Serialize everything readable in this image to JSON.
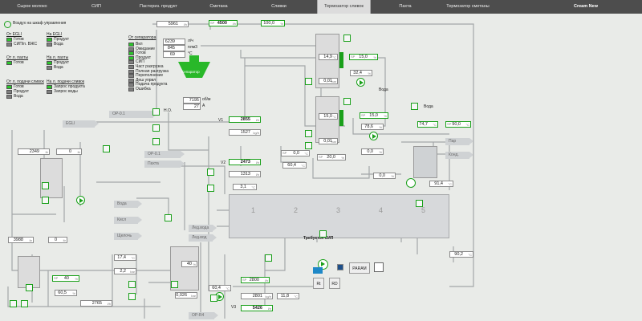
{
  "nav": {
    "tabs": [
      "Сырое молоко",
      "СИП",
      "Пастериз. продукт",
      "Сметана",
      "Сливки",
      "Термозатор сливок",
      "Пахта",
      "Термозатор сметаны"
    ],
    "active_tab": "Термозатор сливок",
    "brand": "Cream New"
  },
  "control_cabinet": {
    "air_label": "Воздух на шкаф управления"
  },
  "statuses": {
    "ot_egli": {
      "title": "От EGLI",
      "items": [
        {
          "label": "Готов",
          "state": "on"
        },
        {
          "label": "СИП/п. ВЖС",
          "state": "off"
        }
      ]
    },
    "na_egli": {
      "title": "На EGLI",
      "items": [
        {
          "label": "Продукт",
          "state": "on"
        },
        {
          "label": "Вода",
          "state": "off"
        }
      ]
    },
    "ot_paty": {
      "title": "От л. пахты",
      "items": [
        {
          "label": "Готов",
          "state": "on"
        }
      ]
    },
    "na_paty": {
      "title": "На л. пахты",
      "items": [
        {
          "label": "Продукт",
          "state": "on"
        },
        {
          "label": "Вода",
          "state": "off"
        }
      ]
    },
    "ot_podachi": {
      "title": "От л. подачи сливок",
      "items": [
        {
          "label": "Готов",
          "state": "on"
        },
        {
          "label": "Продукт",
          "state": "off"
        },
        {
          "label": "Вода",
          "state": "off"
        }
      ]
    },
    "na_podachi": {
      "title": "На л. подачи сливок",
      "items": [
        {
          "label": "Запрос продукта",
          "state": "on"
        },
        {
          "label": "Запрос воды",
          "state": "off"
        }
      ]
    }
  },
  "separator": {
    "title": "От сепаратора",
    "items": [
      {
        "label": "Вкл",
        "state": "on"
      },
      {
        "label": "Ожидание",
        "state": "off"
      },
      {
        "label": "Готов",
        "state": "on"
      },
      {
        "label": "Продукт",
        "state": "on"
      },
      {
        "label": "СИП",
        "state": "off"
      },
      {
        "label": "Част разгрузка",
        "state": "off"
      },
      {
        "label": "Полная разгрузка",
        "state": "off"
      },
      {
        "label": "Переполнение",
        "state": "off"
      },
      {
        "label": "Деш упрвл",
        "state": "off"
      },
      {
        "label": "Подача продукта",
        "state": "off"
      },
      {
        "label": "Ошибка",
        "state": "off"
      }
    ],
    "name": "Сепаратор",
    "rpm_value": "6239",
    "rpm_unit": "л/ч",
    "flow_value": "845",
    "flow_unit": "плм3",
    "temp_value": "69",
    "temp_unit": "°C",
    "speed_value": "7195",
    "speed_unit": "об/м",
    "current_value": "27",
    "current_unit": "A"
  },
  "values": {
    "top_lph": {
      "value": "5961",
      "unit": "l/h"
    },
    "sp_4500": {
      "sp": "SP",
      "value": "4500",
      "unit": "l/h"
    },
    "pct_100": {
      "value": "100,0",
      "unit": "%"
    },
    "ho": "H.O.",
    "v1": {
      "label": "V1",
      "sp": "2855",
      "sp_unit": "l/h",
      "value": "1527",
      "unit": "kg/h"
    },
    "v2": {
      "label": "V2",
      "sp": "2473",
      "sp_unit": "l/h",
      "value": "1313",
      "unit": "l/h"
    },
    "v3": {
      "label": "V3",
      "sp": "5426",
      "sp_unit": "l/h",
      "value": "2801",
      "unit": "kg/h"
    },
    "t_149": {
      "value": "14,9",
      "unit": "°C"
    },
    "sp_150a": {
      "sp": "SP",
      "value": "15,0",
      "unit": "%"
    },
    "pct_324": {
      "value": "32,4",
      "unit": "%"
    },
    "bar_001a": {
      "value": "0,01",
      "unit": "bar"
    },
    "voda_1": "Вода",
    "voda_2": "Вода",
    "t_150": {
      "value": "15,0",
      "unit": "°C"
    },
    "sp_150b": {
      "sp": "SP",
      "value": "15,0",
      "unit": "%"
    },
    "pct_786": {
      "value": "78,6",
      "unit": "%"
    },
    "bar_001b": {
      "value": "0,01",
      "unit": "bar"
    },
    "sp_00": {
      "sp": "SP",
      "value": "0,0",
      "unit": "°C"
    },
    "sp_200": {
      "sp": "SP",
      "value": "20,0",
      "unit": "%"
    },
    "t_604": {
      "value": "60,4",
      "unit": "°C"
    },
    "pct_00a": {
      "value": "0,0",
      "unit": "%"
    },
    "pct_00b": {
      "value": "0,0",
      "unit": "%"
    },
    "t_747": {
      "value": "74,7",
      "unit": "°C"
    },
    "sp_900": {
      "sp": "SP",
      "value": "90,0",
      "unit": "°C"
    },
    "t_914": {
      "value": "91,4",
      "unit": "°C"
    },
    "par": "Пар",
    "kond": "Конд.",
    "t_31": {
      "value": "3,1",
      "unit": "°C"
    },
    "t_902": {
      "value": "90,2",
      "unit": "°C"
    },
    "lvl_2349": {
      "value": "2349",
      "unit": "ltr"
    },
    "lvl_0a": {
      "value": "0",
      "unit": "ltr"
    },
    "lvl_3988": {
      "value": "3988",
      "unit": "ltr"
    },
    "lvl_0b": {
      "value": "0",
      "unit": "ltr"
    },
    "t_174": {
      "value": "17,4",
      "unit": "°C"
    },
    "bar_22": {
      "value": "2,2",
      "unit": "bar"
    },
    "pct_40": {
      "value": "40",
      "unit": "%"
    },
    "bar_0026": {
      "value": "0,026",
      "unit": "bar"
    },
    "t_604b": {
      "value": "60,4",
      "unit": "°C"
    },
    "sp_2800": {
      "sp": "SP",
      "value": "2800",
      "unit": "l/h"
    },
    "t_118": {
      "value": "11,8",
      "unit": "°C"
    },
    "sp_40": {
      "sp": "SP",
      "value": "40",
      "unit": "%"
    },
    "pct_605": {
      "value": "60,5",
      "unit": "%"
    },
    "lph_2765": {
      "value": "2765",
      "unit": "l/h"
    },
    "hx_label": "Требуется СИП"
  },
  "flags": {
    "op01a": "OP-0.1",
    "egli": "EGLI",
    "op01b": "OP-0.1",
    "pahta": "Пахта",
    "voda": "Вода",
    "kisl": "Кисл",
    "shchel": "Щелочь",
    "led_voda": "Лед.вода",
    "led_vod2": "Лед.вод",
    "op_r4": "OP-R4"
  },
  "hx_sections": [
    "1",
    "2",
    "3",
    "4",
    "5"
  ],
  "controls": {
    "param": "PARAM",
    "rt": "Rt",
    "rd": "RD"
  },
  "colors": {
    "accent": "#1aa01a",
    "nav_bg": "#4d4d4d",
    "bg": "#e9ebe8"
  }
}
